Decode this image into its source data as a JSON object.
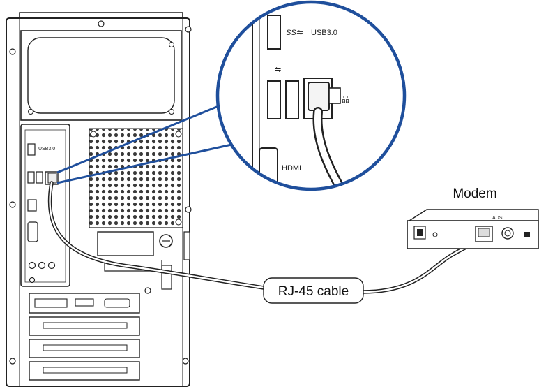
{
  "labels": {
    "modem": "Modem",
    "cable": "RJ-45 cable"
  },
  "zoom_panel": {
    "usb_superspeed": "USB3.0",
    "hdmi": "HDMI"
  },
  "colors": {
    "zoom_outline": "#1f4f9c",
    "line": "#222222"
  }
}
